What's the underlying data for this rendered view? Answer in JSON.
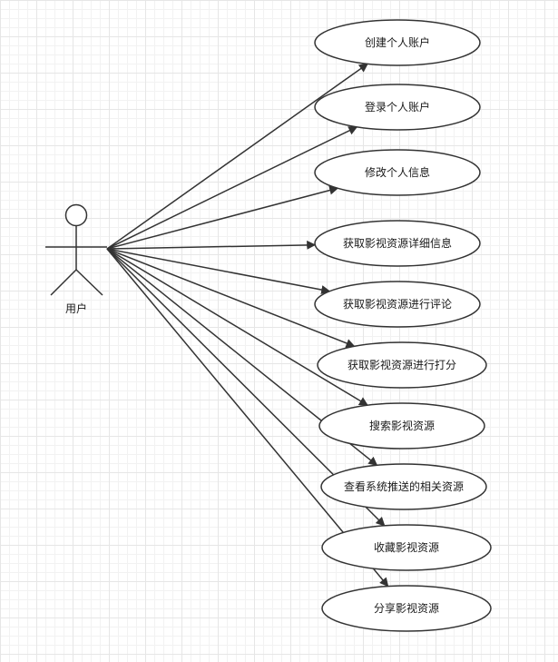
{
  "actor": {
    "label": "用户"
  },
  "use_cases": [
    {
      "label": "创建个人账户"
    },
    {
      "label": "登录个人账户"
    },
    {
      "label": "修改个人信息"
    },
    {
      "label": "获取影视资源详细信息"
    },
    {
      "label": "获取影视资源进行评论"
    },
    {
      "label": "获取影视资源进行打分"
    },
    {
      "label": "搜索影视资源"
    },
    {
      "label": "查看系统推送的相关资源"
    },
    {
      "label": "收藏影视资源"
    },
    {
      "label": "分享影视资源"
    }
  ],
  "colors": {
    "stroke": "#333333",
    "text": "#1a1a1a",
    "fill": "#ffffff"
  }
}
